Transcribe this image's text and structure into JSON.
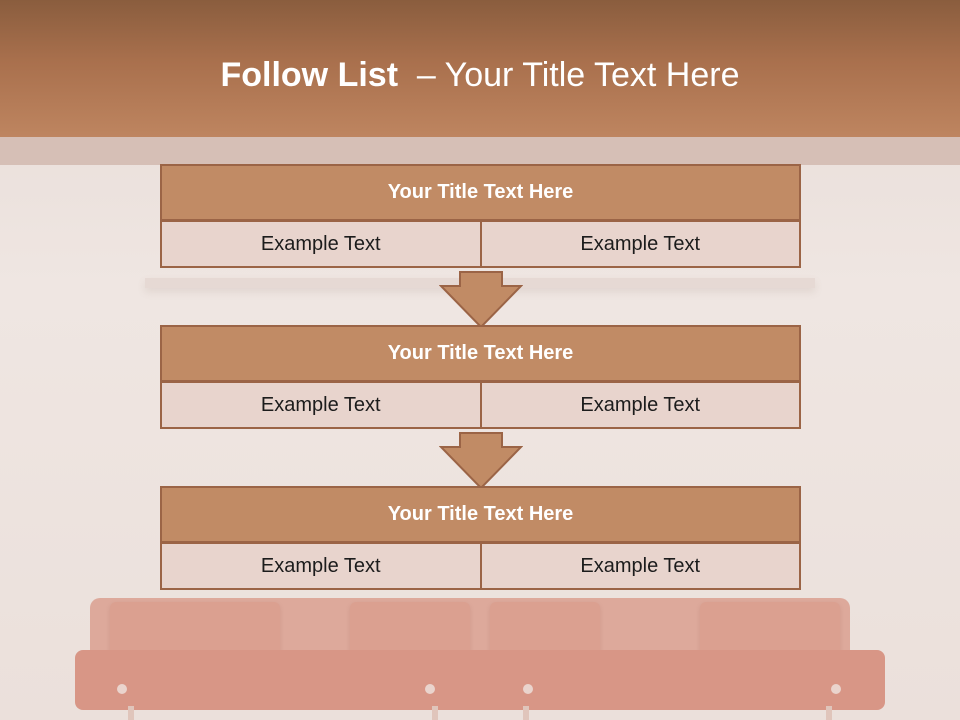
{
  "slide": {
    "title_bold": "Follow List",
    "title_rest": "  – Your Title Text Here"
  },
  "blocks": [
    {
      "title": "Your Title Text Here",
      "left": "Example Text",
      "right": "Example Text"
    },
    {
      "title": "Your Title Text Here",
      "left": "Example Text",
      "right": "Example Text"
    },
    {
      "title": "Your Title Text Here",
      "left": "Example Text",
      "right": "Example Text"
    }
  ],
  "colors": {
    "header": "#a9704d",
    "box_fill": "#c18b65",
    "box_border": "#9b6446",
    "cell_fill": "#e8d4cd",
    "arrow_fill": "#c18b65"
  }
}
